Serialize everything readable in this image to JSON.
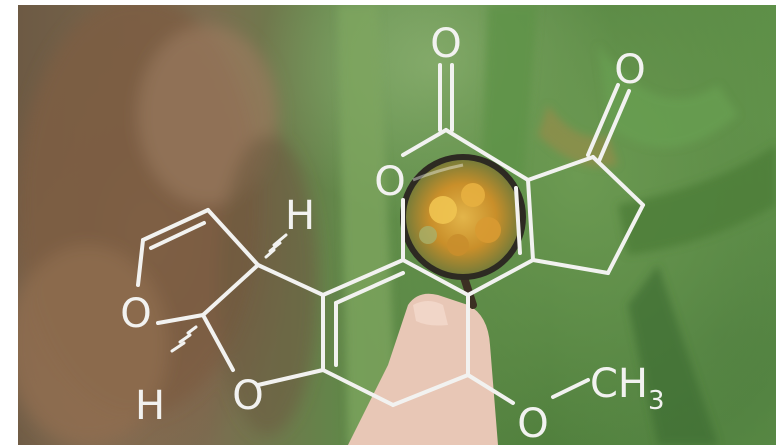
{
  "molecule_labels": {
    "oxygen_top_left": "O",
    "oxygen_top_right": "O",
    "oxygen_ring_upper": "O",
    "hydrogen_upper": "H",
    "oxygen_furan": "O",
    "hydrogen_lower": "H",
    "oxygen_ring_lower": "O",
    "oxygen_methoxy": "O",
    "methyl_main": "CH",
    "methyl_subscript": "3"
  },
  "colors": {
    "line": "#f2f2f0",
    "kernel": "#d9a23a",
    "skin": "#e8c7b6"
  }
}
